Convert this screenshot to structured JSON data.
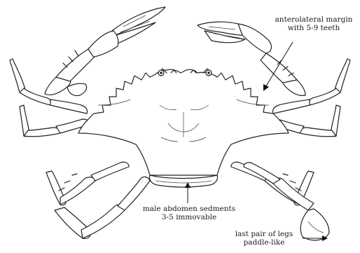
{
  "labels": {
    "anterolateral_line1": "anterolateral margin",
    "anterolateral_line2": "with 5-9 teeth",
    "abdomen_line1": "male abdomen sedments",
    "abdomen_line2": "3-5 immovable",
    "legs_line1": "last pair of legs",
    "legs_line2": "paddle-like"
  },
  "colors": {
    "line": "#222222",
    "background": "#ffffff"
  }
}
